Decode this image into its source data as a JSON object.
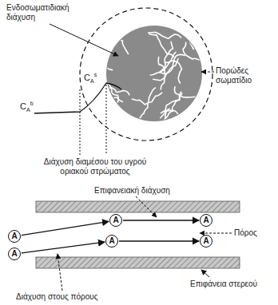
{
  "diagram": {
    "nodes": [
      {
        "text": [
          "A"
        ]
      },
      {
        "text": [
          "A"
        ]
      },
      {
        "text": [
          "A"
        ]
      },
      {
        "text": [
          "A"
        ]
      },
      {
        "text": [
          "A"
        ]
      },
      {
        "text": [
          "A"
        ]
      }
    ],
    "edges": [
      {
        "from": 0,
        "to": 1,
        "arrow": "to"
      },
      {
        "from": 1,
        "to": 2,
        "arrow": "to"
      },
      {
        "from": 3,
        "to": 4,
        "arrow": "to"
      },
      {
        "from": 4,
        "to": 5,
        "arrow": "to"
      }
    ],
    "labels": [
      "Ενδοσωματιδιακή διάχυση",
      "CAb",
      "CAs",
      "Πορώδες σωματίδιο",
      "Διάχυση διαμέσου του υγρού οριακού στρώματος",
      "Επιφανειακή διάχυση",
      "Πόρος",
      "Επιφάνεια στερεού",
      "Διάχυση στους πόρους"
    ]
  }
}
